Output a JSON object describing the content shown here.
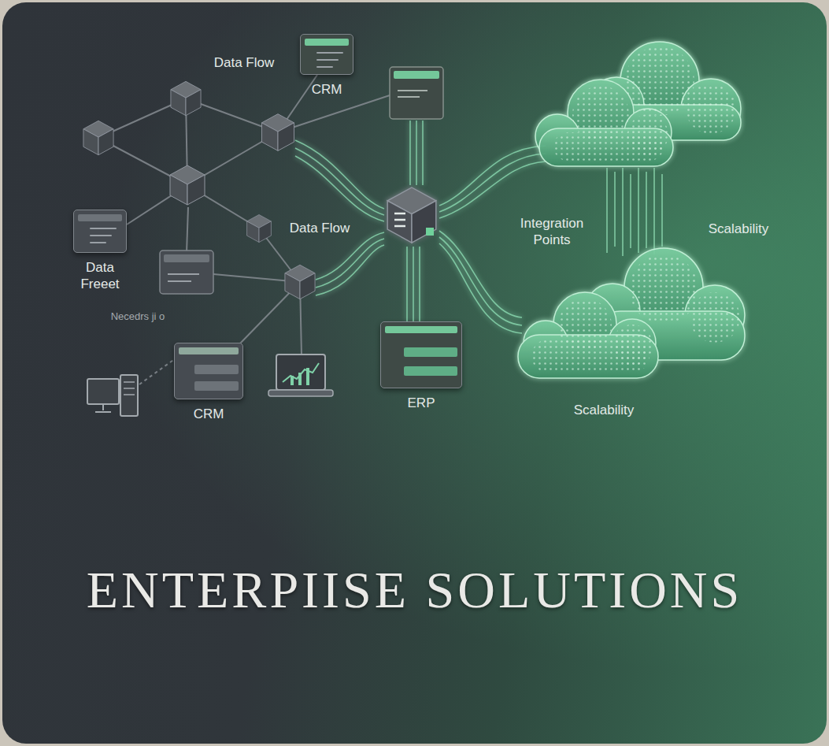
{
  "diagram": {
    "title": "ENTERPIISE SOLUTIONS",
    "nodes": [
      {
        "text": [
          "CRM"
        ]
      },
      {
        "text": [
          "Data Freeet"
        ]
      },
      {
        "text": [
          "CRM"
        ]
      },
      {
        "text": [
          "ERP"
        ]
      }
    ],
    "labels": [
      "Data Flow",
      "Data Flow",
      "Integration Points",
      "Scalability",
      "Scalability",
      "Necedrs ji o"
    ]
  }
}
